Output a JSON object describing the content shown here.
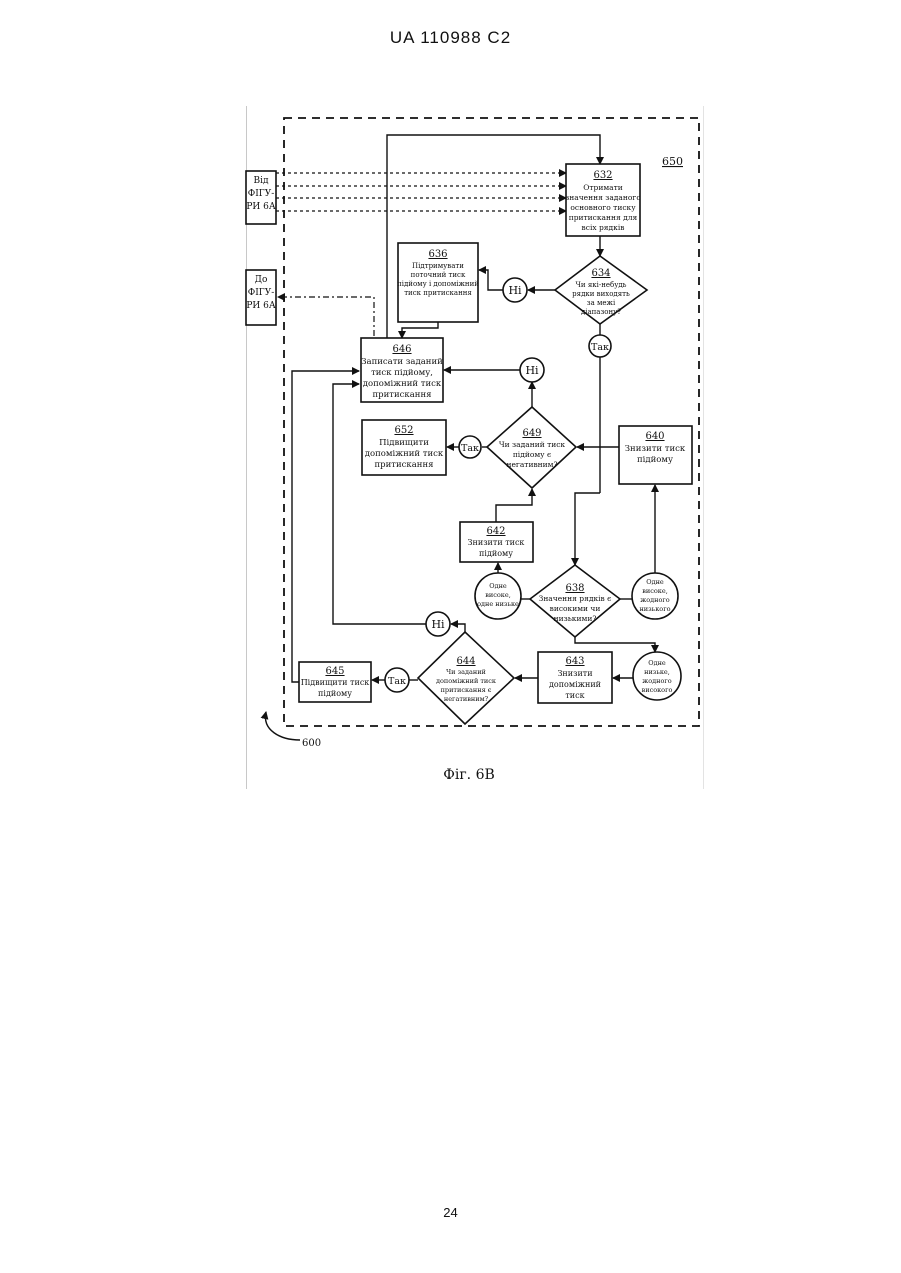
{
  "header": "UA   110988   C2",
  "footer_page": "24",
  "figure": {
    "caption": "Фіг. 6В",
    "ref_main": "600",
    "ref_box": "650",
    "inputs": {
      "from_lines": [
        "Від",
        "ФІГУ-",
        "РИ 6А"
      ],
      "to_lines": [
        "До",
        "ФІГУ-",
        "РИ 6А"
      ]
    },
    "b632": {
      "num": "632",
      "lines": [
        "Отримати",
        "значення заданого",
        "основного тиску",
        "притискання для",
        "всіх рядків"
      ]
    },
    "d634": {
      "num": "634",
      "lines": [
        "Чи які-небудь",
        "рядки виходять",
        "за межі",
        "діапазону?"
      ]
    },
    "b636": {
      "num": "636",
      "lines": [
        "Підтримувати",
        "поточний тиск",
        "підйому і допоміжний",
        "тиск притискання"
      ]
    },
    "b646": {
      "num": "646",
      "lines": [
        "Записати заданий",
        "тиск підйому,",
        "допоміжний тиск",
        "притискання"
      ]
    },
    "d649": {
      "num": "649",
      "lines": [
        "Чи заданий тиск",
        "підйому є",
        "негативним?"
      ]
    },
    "b652": {
      "num": "652",
      "lines": [
        "Підвищити",
        "допоміжний тиск",
        "притискання"
      ]
    },
    "b640": {
      "num": "640",
      "lines": [
        "Знизити тиск",
        "підйому"
      ]
    },
    "b642": {
      "num": "642",
      "lines": [
        "Знизити тиск",
        "підйому"
      ]
    },
    "d638": {
      "num": "638",
      "lines": [
        "Значення рядків є",
        "високими чи",
        "низькими?"
      ]
    },
    "c_left": {
      "lines": [
        "Одне",
        "високе,",
        "одне низьке"
      ]
    },
    "c_right": {
      "lines": [
        "Одне",
        "високе,",
        "жодного",
        "низького"
      ]
    },
    "c_bottom": {
      "lines": [
        "Одне",
        "низьке,",
        "жодного",
        "високого"
      ]
    },
    "d644": {
      "num": "644",
      "lines": [
        "Чи заданий",
        "допоміжний тиск",
        "притискання є",
        "негативним?"
      ]
    },
    "b643": {
      "num": "643",
      "lines": [
        "Знизити",
        "допоміжний",
        "тиск"
      ]
    },
    "b645": {
      "num": "645",
      "lines": [
        "Підвищити тиск",
        "підйому"
      ]
    },
    "labels": {
      "no": "Ні",
      "yes": "Так"
    }
  }
}
